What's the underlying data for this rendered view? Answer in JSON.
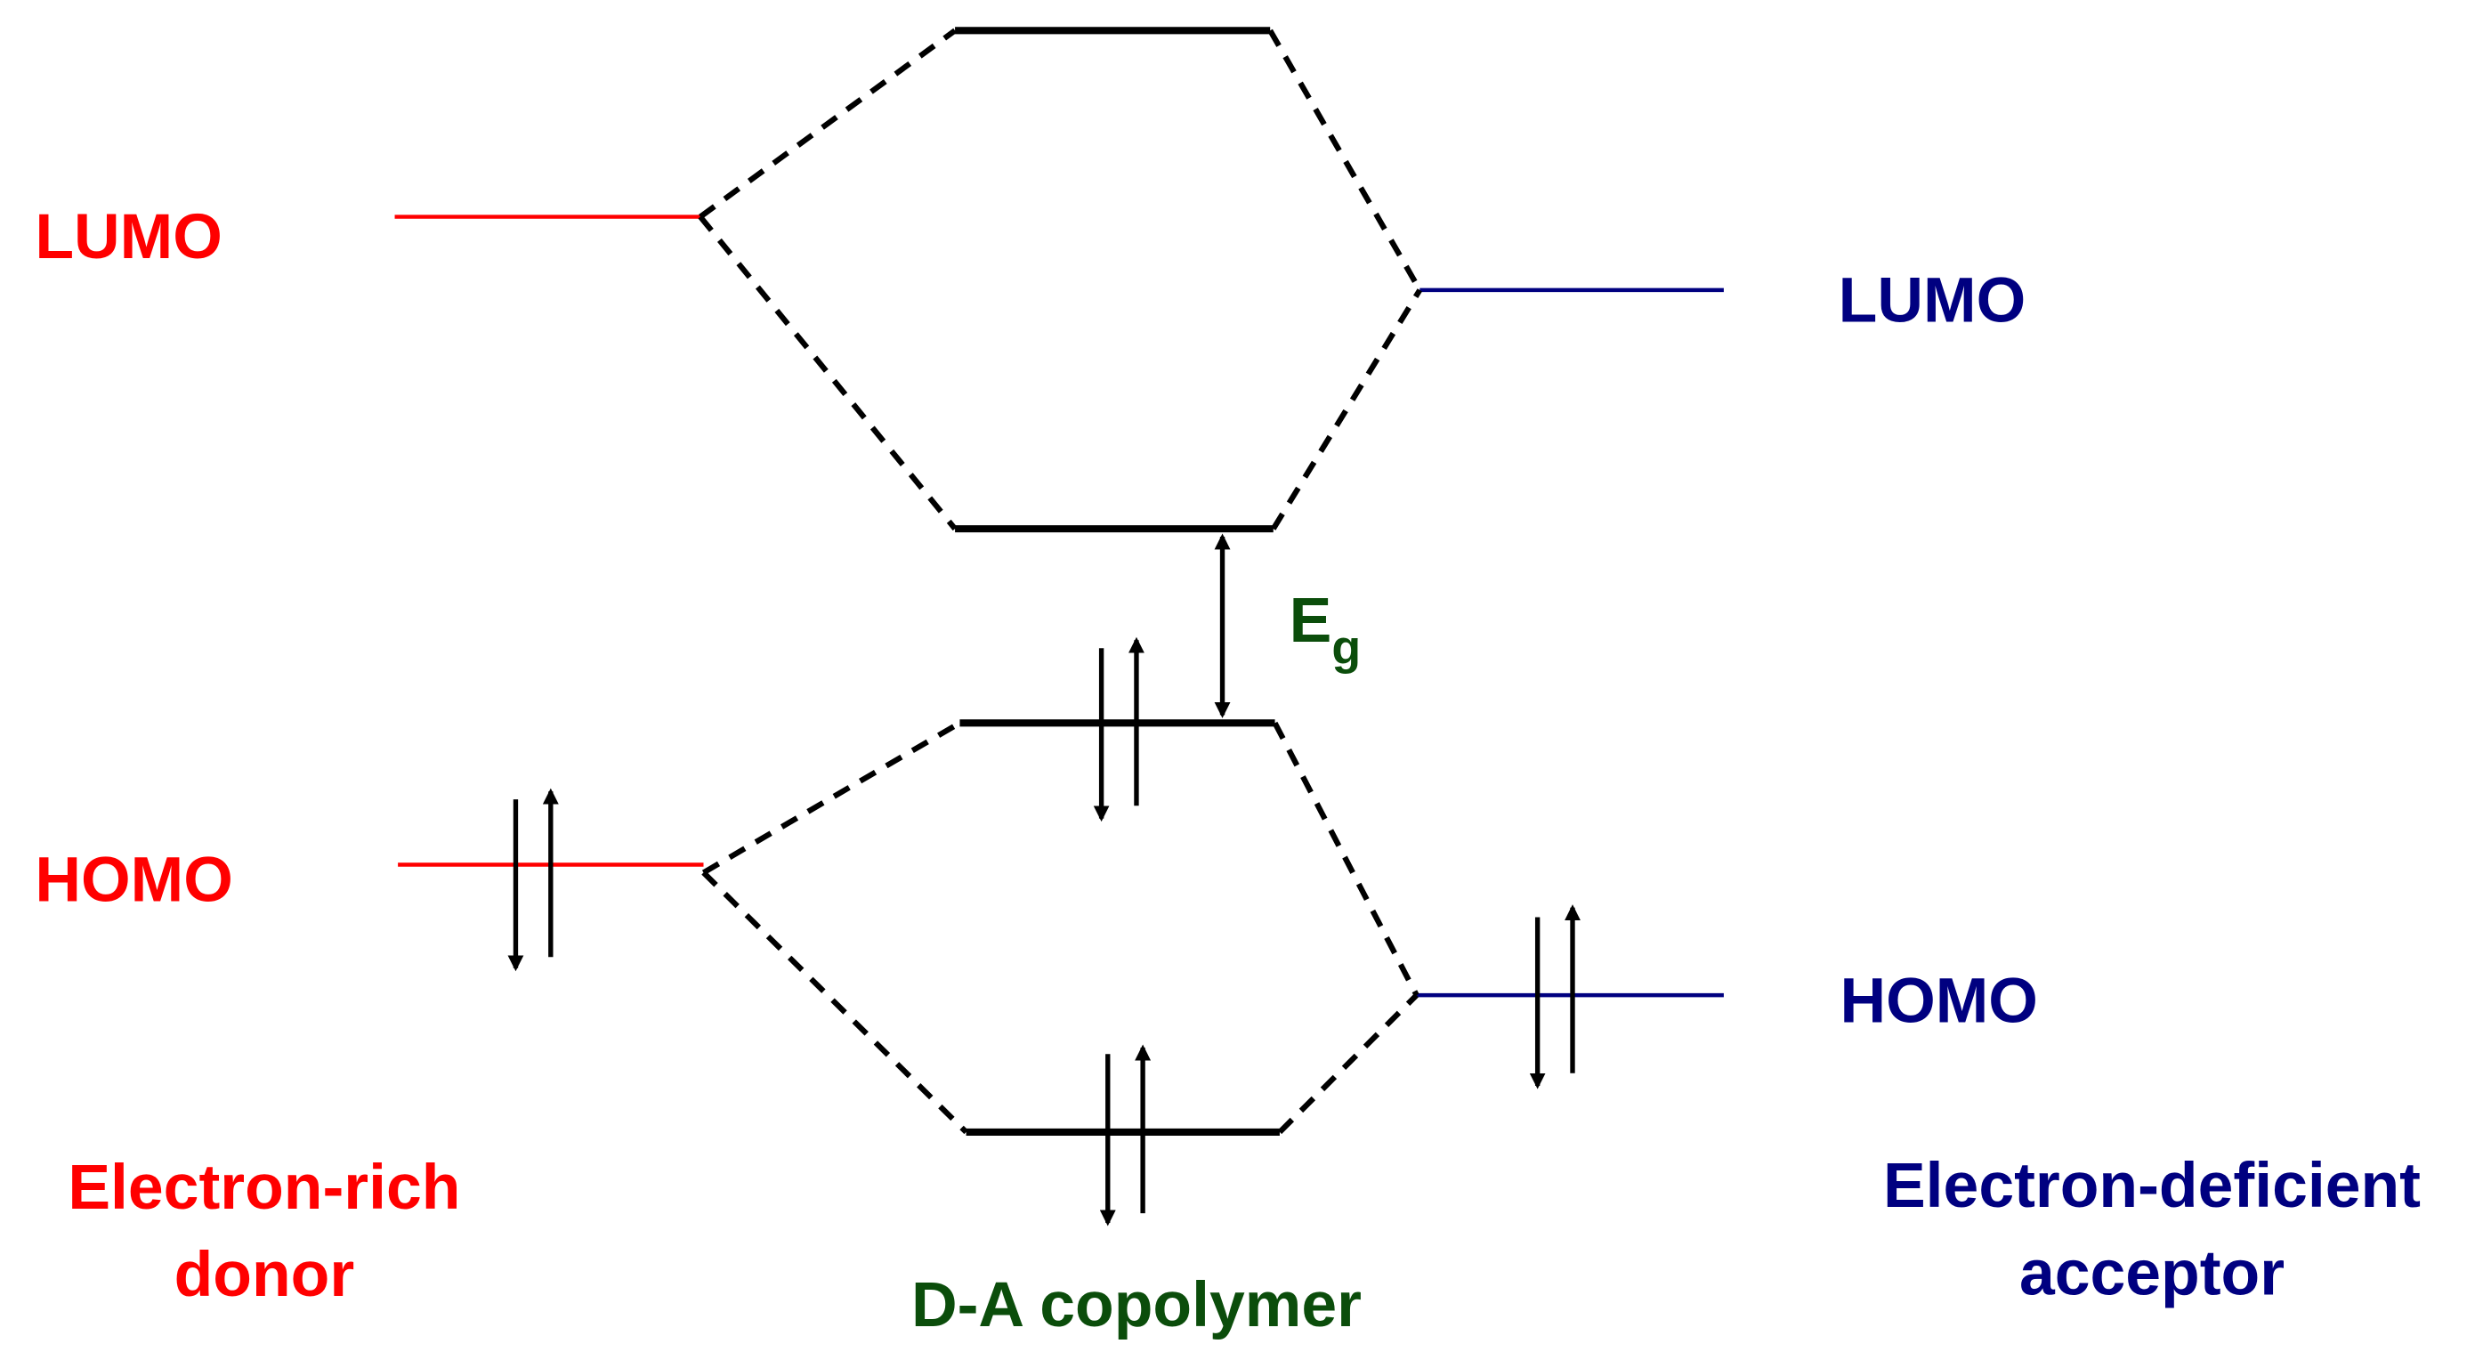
{
  "colors": {
    "donor": "#ff0000",
    "acceptor": "#000080",
    "copolymer": "#0b4d0b",
    "levels": "#000000"
  },
  "donor": {
    "lumo_label": "LUMO",
    "homo_label": "HOMO",
    "name_line1": "Electron-rich",
    "name_line2": "donor"
  },
  "acceptor": {
    "lumo_label": "LUMO",
    "homo_label": "HOMO",
    "name_line1": "Electron-deficient",
    "name_line2": "acceptor"
  },
  "copolymer": {
    "name": "D-A copolymer",
    "gap_symbol": "E",
    "gap_subscript": "g"
  },
  "icons": [
    "spin-up-arrow-icon",
    "spin-down-arrow-icon",
    "double-headed-arrow-icon"
  ]
}
